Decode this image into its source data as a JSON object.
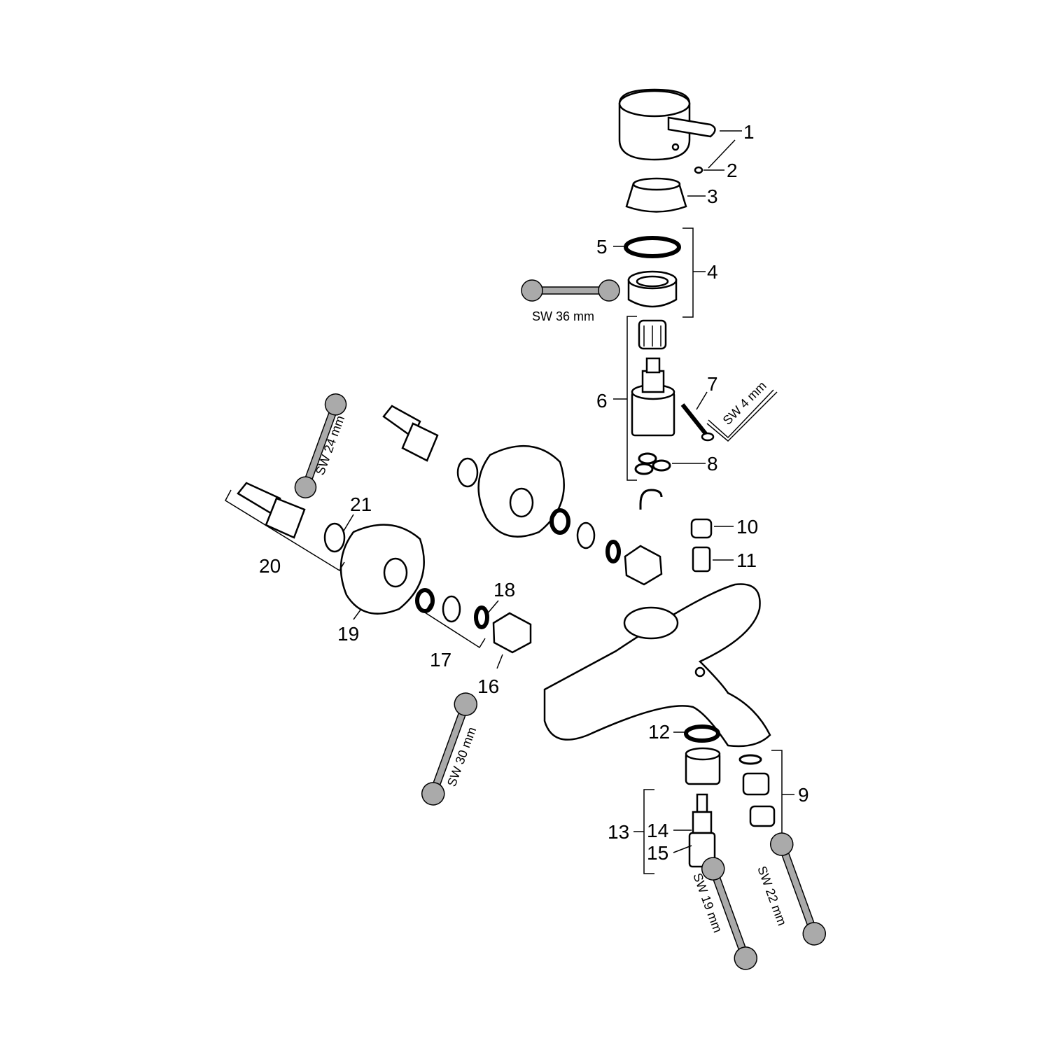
{
  "part_labels": {
    "p1": "1",
    "p2": "2",
    "p3": "3",
    "p4": "4",
    "p5": "5",
    "p6": "6",
    "p7": "7",
    "p8": "8",
    "p9": "9",
    "p10": "10",
    "p11": "11",
    "p12": "12",
    "p13": "13",
    "p14": "14",
    "p15": "15",
    "p16": "16",
    "p17": "17",
    "p18": "18",
    "p19": "19",
    "p20": "20",
    "p21": "21"
  },
  "tool_labels": {
    "sw36": "SW 36 mm",
    "sw4": "SW 4 mm",
    "sw24": "SW 24 mm",
    "sw30": "SW 30 mm",
    "sw19": "SW 19 mm",
    "sw22": "SW 22 mm"
  }
}
